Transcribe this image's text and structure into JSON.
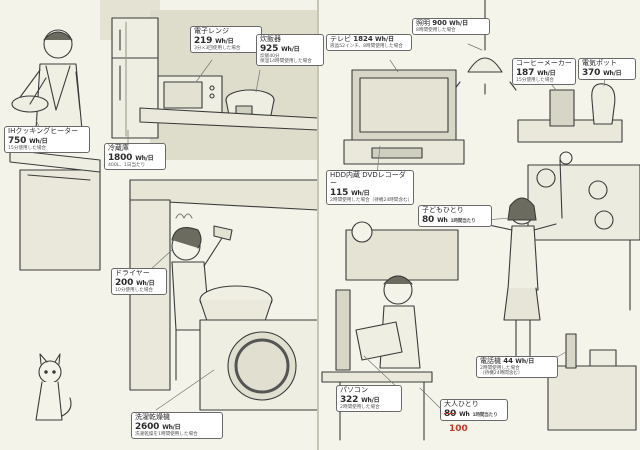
{
  "callouts": {
    "ih": {
      "name": "IHクッキングヒーター",
      "value": "750",
      "unit": "Wh/日",
      "note": "15分使用した場合"
    },
    "fridge": {
      "name": "冷蔵庫",
      "value": "1800",
      "unit": "Wh/日",
      "note": "400L、1日当たり"
    },
    "microwave": {
      "name": "電子レンジ",
      "value": "219",
      "unit": "Wh/日",
      "note": "3分×3回使用した場合"
    },
    "ricecooker": {
      "name": "炊飯器",
      "value": "925",
      "unit": "Wh/日",
      "note": "炊飯40分",
      "note2": "保温14時間使用した場合"
    },
    "dryer": {
      "name": "ドライヤー",
      "value": "200",
      "unit": "Wh/日",
      "note": "10分使用した場合"
    },
    "washer": {
      "name": "洗濯乾燥機",
      "value": "2600",
      "unit": "Wh/日",
      "note": "洗濯乾燥を1時間使用した場合"
    },
    "tv": {
      "name": "テレビ",
      "value": "1824",
      "unit": "Wh/日",
      "note": "液晶52インチ、8時間使用した場合"
    },
    "light": {
      "name": "照明",
      "value": "900",
      "unit": "Wh/日",
      "note": "8時間使用した場合"
    },
    "coffee": {
      "name": "コーヒーメーカー",
      "value": "187",
      "unit": "Wh/日",
      "note": "15分使用した場合"
    },
    "pot": {
      "name": "電気ポット",
      "value": "370",
      "unit": "Wh/日",
      "note": ""
    },
    "recorder": {
      "name": "HDD内蔵 DVDレコーダー",
      "value": "115",
      "unit": "Wh/日",
      "note": "2時間使用した場合（待機24時間含む）"
    },
    "child": {
      "name": "子どもひとり",
      "value": "80",
      "unit": "Wh",
      "note": "1時間当たり"
    },
    "pc": {
      "name": "パソコン",
      "value": "322",
      "unit": "Wh/日",
      "note": "2時間使用した場合"
    },
    "phone": {
      "name": "電話機",
      "value": "44",
      "unit": "Wh/日",
      "note": "2時間使用した場合",
      "note2": "（待機24時間含む）"
    },
    "adult": {
      "name": "大人ひとり",
      "value": "80",
      "unit": "Wh",
      "note": "1時間当たり",
      "corrected": "100"
    }
  },
  "colors": {
    "ink": "#2d2d2d",
    "paper": "#f6f5ec",
    "wall": "#d9d8c6",
    "correction": "#c0392b"
  }
}
